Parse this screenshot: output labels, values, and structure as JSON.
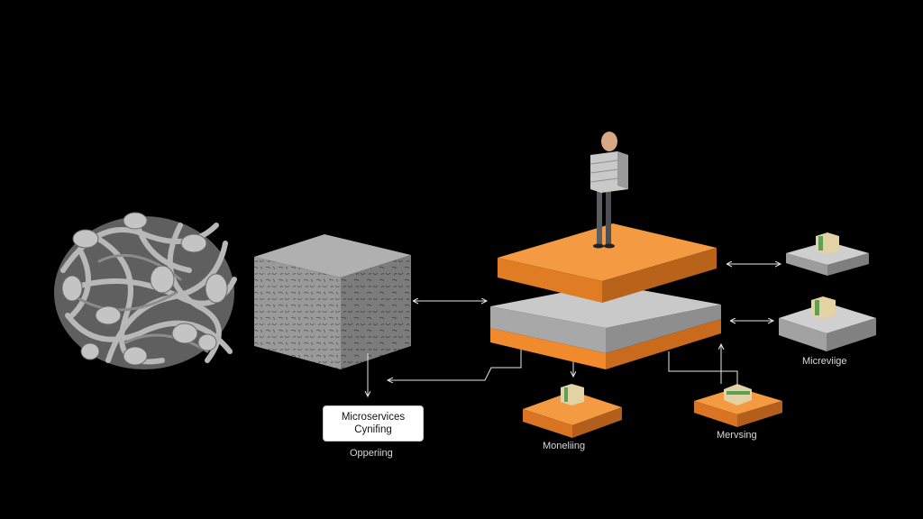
{
  "diagram": {
    "box_label": {
      "line1": "Microservices",
      "line2": "Cynifing"
    },
    "labels": {
      "below_box": "Opperiing",
      "bottom_left_module": "Moneliing",
      "bottom_right_module": "Mervsing",
      "right_module": "Micreviige"
    }
  },
  "colors": {
    "background": "#000000",
    "orange": "#f08a2c",
    "concrete": "#b9b9b9",
    "connector": "#e8e8e8"
  }
}
